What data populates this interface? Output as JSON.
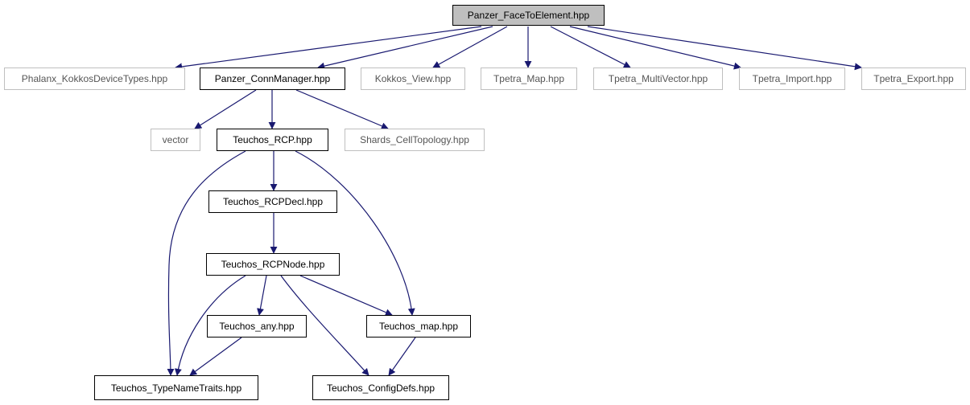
{
  "colors": {
    "edge": "#191970",
    "root_fill": "#bfbfbf",
    "local_border": "#000000",
    "external_border": "#bfbfbf"
  },
  "nodes": {
    "panzer_face_to_element": {
      "label": "Panzer_FaceToElement.hpp",
      "kind": "root"
    },
    "phalanx_kokkos_device_types": {
      "label": "Phalanx_KokkosDeviceTypes.hpp",
      "kind": "external"
    },
    "panzer_conn_manager": {
      "label": "Panzer_ConnManager.hpp",
      "kind": "local"
    },
    "kokkos_view": {
      "label": "Kokkos_View.hpp",
      "kind": "external"
    },
    "tpetra_map": {
      "label": "Tpetra_Map.hpp",
      "kind": "external"
    },
    "tpetra_multivector": {
      "label": "Tpetra_MultiVector.hpp",
      "kind": "external"
    },
    "tpetra_import": {
      "label": "Tpetra_Import.hpp",
      "kind": "external"
    },
    "tpetra_export": {
      "label": "Tpetra_Export.hpp",
      "kind": "external"
    },
    "vector": {
      "label": "vector",
      "kind": "external"
    },
    "teuchos_rcp": {
      "label": "Teuchos_RCP.hpp",
      "kind": "local"
    },
    "shards_cell_topology": {
      "label": "Shards_CellTopology.hpp",
      "kind": "external"
    },
    "teuchos_rcpdecl": {
      "label": "Teuchos_RCPDecl.hpp",
      "kind": "local"
    },
    "teuchos_rcpnode": {
      "label": "Teuchos_RCPNode.hpp",
      "kind": "local"
    },
    "teuchos_any": {
      "label": "Teuchos_any.hpp",
      "kind": "local"
    },
    "teuchos_map": {
      "label": "Teuchos_map.hpp",
      "kind": "local"
    },
    "teuchos_typenametraits": {
      "label": "Teuchos_TypeNameTraits.hpp",
      "kind": "local"
    },
    "teuchos_configdefs": {
      "label": "Teuchos_ConfigDefs.hpp",
      "kind": "local"
    }
  },
  "edges": [
    {
      "from": "panzer_face_to_element",
      "to": "phalanx_kokkos_device_types"
    },
    {
      "from": "panzer_face_to_element",
      "to": "panzer_conn_manager"
    },
    {
      "from": "panzer_face_to_element",
      "to": "kokkos_view"
    },
    {
      "from": "panzer_face_to_element",
      "to": "tpetra_map"
    },
    {
      "from": "panzer_face_to_element",
      "to": "tpetra_multivector"
    },
    {
      "from": "panzer_face_to_element",
      "to": "tpetra_import"
    },
    {
      "from": "panzer_face_to_element",
      "to": "tpetra_export"
    },
    {
      "from": "panzer_conn_manager",
      "to": "vector"
    },
    {
      "from": "panzer_conn_manager",
      "to": "teuchos_rcp"
    },
    {
      "from": "panzer_conn_manager",
      "to": "shards_cell_topology"
    },
    {
      "from": "teuchos_rcp",
      "to": "teuchos_rcpdecl"
    },
    {
      "from": "teuchos_rcp",
      "to": "teuchos_typenametraits"
    },
    {
      "from": "teuchos_rcp",
      "to": "teuchos_map"
    },
    {
      "from": "teuchos_rcpdecl",
      "to": "teuchos_rcpnode"
    },
    {
      "from": "teuchos_rcpnode",
      "to": "teuchos_any"
    },
    {
      "from": "teuchos_rcpnode",
      "to": "teuchos_map"
    },
    {
      "from": "teuchos_rcpnode",
      "to": "teuchos_typenametraits"
    },
    {
      "from": "teuchos_rcpnode",
      "to": "teuchos_configdefs"
    },
    {
      "from": "teuchos_any",
      "to": "teuchos_typenametraits"
    },
    {
      "from": "teuchos_map",
      "to": "teuchos_configdefs"
    }
  ]
}
